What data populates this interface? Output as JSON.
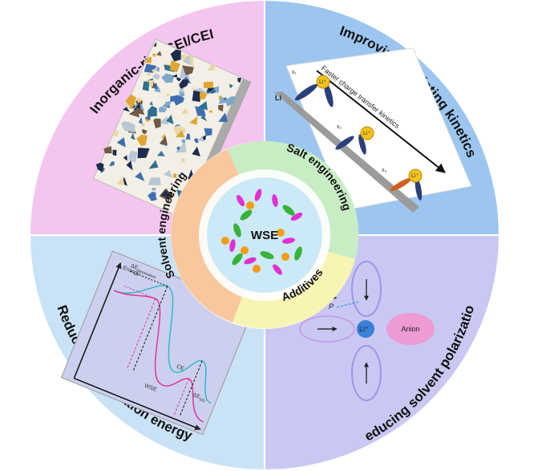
{
  "quadrants": {
    "top_left": {
      "title": "Inorganic-rich SEI/CEI",
      "color": "#f4c6ef"
    },
    "top_right": {
      "title": "Improving Li plating kinetics",
      "color": "#9cc6ef"
    },
    "bottom_left": {
      "title": "Reducing de-solvation energy",
      "color": "#c9e2f6"
    },
    "bottom_right": {
      "title": "Reducing solvent polarization",
      "color": "#c9c8f2"
    }
  },
  "inner_ring": {
    "salt": {
      "label": "Salt engineering",
      "color": "#c8edc5"
    },
    "solvent": {
      "label": "Solvent engineering",
      "color": "#f8c79e"
    },
    "additive": {
      "label": "Additives",
      "color": "#f8f4b4"
    }
  },
  "center": {
    "label": "WSE",
    "color": "#cbe9f7"
  },
  "kinetics_panel": {
    "arrow_label": "Faster charge transfer kinetics",
    "electrode": "Li",
    "ion": "Li⁺",
    "distances": [
      "x₁",
      "x₂",
      "x₃"
    ]
  },
  "energy_panel": {
    "y_label": "Energy",
    "barrier_top": "ΔE",
    "barrier_top_sub": "desolvation",
    "curve_ce": "CE",
    "curve_wse": "WSE",
    "barrier_bottom": "ΔE",
    "barrier_bottom_sub": "SEI"
  },
  "polarization_panel": {
    "vector": "P",
    "ion": "Li⁺",
    "anion": "Anion"
  }
}
